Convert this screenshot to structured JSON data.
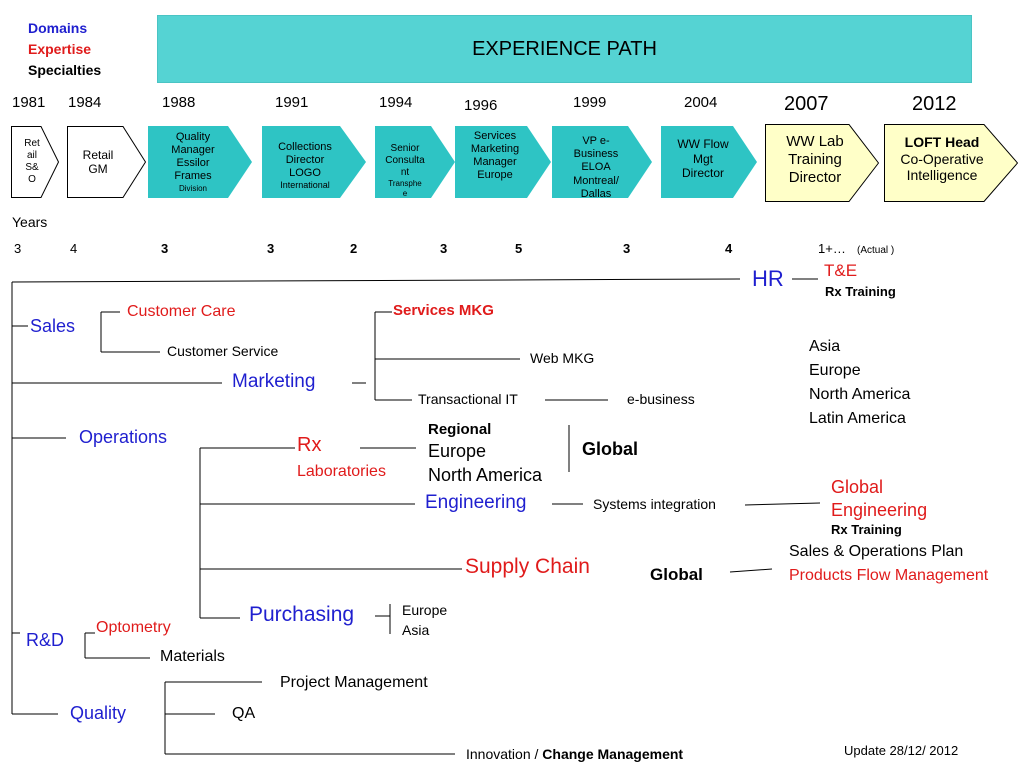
{
  "legend": {
    "domains": "Domains",
    "expertise": "Expertise",
    "specialties": "Specialties"
  },
  "banner_title": "EXPERIENCE PATH",
  "colors": {
    "banner": "#55d3d3",
    "arrow_teal": "#2ec4c4",
    "arrow_yellow": "#ffffc8",
    "blue": "#1f1fcf",
    "red": "#e01b1b"
  },
  "years": [
    "1981",
    "1984",
    "1988",
    "1991",
    "1994",
    "1996",
    "1999",
    "2004",
    "2007",
    "2012"
  ],
  "steps": [
    {
      "lines": [
        "Ret",
        "ail",
        "S&",
        "O"
      ]
    },
    {
      "lines": [
        "Retail",
        "GM"
      ]
    },
    {
      "lines": [
        "Quality",
        "Manager",
        "Essilor",
        "Frames",
        "Division"
      ]
    },
    {
      "lines": [
        "Collections",
        "Director",
        "LOGO",
        "International"
      ]
    },
    {
      "lines": [
        "Senior",
        "Consulta",
        "nt",
        "Transphe",
        "e"
      ]
    },
    {
      "lines": [
        "Services",
        "Marketing",
        "Manager",
        "Europe"
      ]
    },
    {
      "lines": [
        "VP e-",
        "Business",
        "ELOA",
        "Montreal/",
        "Dallas"
      ]
    },
    {
      "lines": [
        "WW Flow",
        "Mgt",
        "Director"
      ]
    },
    {
      "lines": [
        "WW Lab",
        "Training",
        "Director"
      ]
    },
    {
      "lines": [
        "LOFT Head",
        "Co-Operative",
        "Intelligence"
      ]
    }
  ],
  "years_label": "Years",
  "durations": [
    "3",
    "4",
    "3",
    "3",
    "2",
    "3",
    "5",
    "3",
    "4",
    "1+…"
  ],
  "actual_note": "(Actual )",
  "tree": {
    "hr": "HR",
    "te": "T&E",
    "rx_training": "Rx Training",
    "sales": "Sales",
    "customer_care": "Customer Care",
    "customer_service": "Customer Service",
    "marketing": "Marketing",
    "services_mkg": "Services MKG",
    "web_mkg": "Web MKG",
    "transactional_it": "Transactional IT",
    "e_business": "e-business",
    "regions": [
      "Asia",
      "Europe",
      "North America",
      "Latin America"
    ],
    "operations": "Operations",
    "rx": "Rx",
    "laboratories": "Laboratories",
    "regional": "Regional",
    "regional_europe": "Europe",
    "regional_na": "North America",
    "global": "Global",
    "engineering": "Engineering",
    "systems_integration": "Systems integration",
    "global_engineering_1": "Global",
    "global_engineering_2": "Engineering",
    "rx_training_2": "Rx Training",
    "supply_chain": "Supply Chain",
    "global_2": "Global",
    "sop": "Sales & Operations Plan",
    "pfm": "Products Flow Management",
    "purchasing": "Purchasing",
    "purch_europe": "Europe",
    "purch_asia": "Asia",
    "rd": "R&D",
    "optometry": "Optometry",
    "materials": "Materials",
    "quality": "Quality",
    "project_management": "Project  Management",
    "qa": "QA",
    "innovation": "Innovation / ",
    "change_management": "Change Management"
  },
  "update": "Update  28/12/ 2012"
}
